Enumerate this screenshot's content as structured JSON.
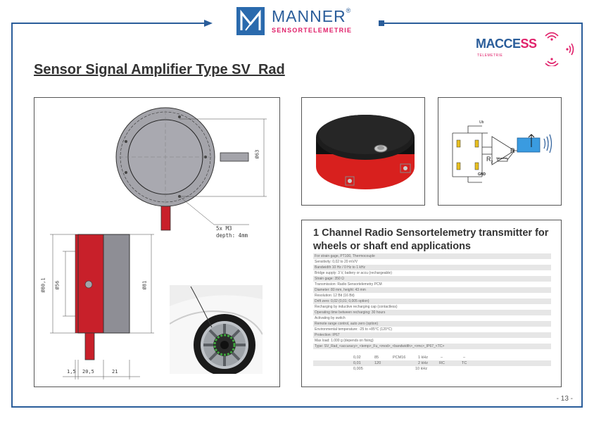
{
  "brand": {
    "name": "MANNER",
    "registered": "®",
    "tagline": "SENSORTELEMETRIE"
  },
  "partner_logo": {
    "name_a": "MACCE",
    "name_b": "SS",
    "sub": "TELEMETRIE"
  },
  "page_title": "Sensor Signal Amplifier Type SV_Rad",
  "drawing": {
    "top_dim": "Ø63",
    "note_line1": "5x M3",
    "note_line2": "depth: 4mm",
    "dim_80": "Ø80,1",
    "dim_56": "Ø56",
    "dim_81": "Ø81",
    "bottom_dims": [
      "1,5",
      "20,5",
      "21"
    ]
  },
  "circuit": {
    "ub": "Ub",
    "gnd": "GND",
    "r2": "R",
    "r2sub": "2",
    "r": "R",
    "rlabel": "RG or RG"
  },
  "spec": {
    "title": "1 Channel Radio Sensortelemetry transmitter for wheels or shaft end applications",
    "rows": [
      "For strain gage, PT100, Thermocouple",
      "Sensitivity: 0,02 to 20 mV/V",
      "Bandwidth 10 Hz / 0 Hz to 1 kHz",
      "Bridge supply: 3 V, battery or accu (rechargeable)",
      "Strain gage: 350  Ω",
      "Transmission: Radio Sensortelemetry PCM",
      "Diameter: 80 mm, height: 43 mm",
      "Resolution: 12 Bit (16 Bit)",
      "Drift zero: 0,02 (0,01; 0,005 option)",
      "Recharging by inductive recharging cap (contactless)",
      "Operating time between recharging: 30 hours",
      "Activating by switch",
      "Remote range control, auto zero (option)",
      "Environmental temperature: -25 to +85°C (120°C)",
      "Protection: IP67",
      "Max load: 1.000 g (depends on fixing)",
      "Type: SV_Rad_<accuracy>_<temp>_Fu_<mod>_<bandwidth>_<rmc>_IP67_<TC>"
    ],
    "table": [
      [
        "0,02",
        "85",
        "PCM16",
        "1 kHz",
        "–",
        "–"
      ],
      [
        "0,01",
        "120",
        "",
        "2 kHz",
        "RC",
        "TC"
      ],
      [
        "0,005",
        "",
        "",
        "10 kHz",
        "",
        ""
      ]
    ]
  },
  "page_number": "- 13 -",
  "colors": {
    "frame": "#2a5d9a",
    "accent": "#e0206a",
    "red_part": "#c8202a",
    "gray_part": "#8e8e95"
  }
}
